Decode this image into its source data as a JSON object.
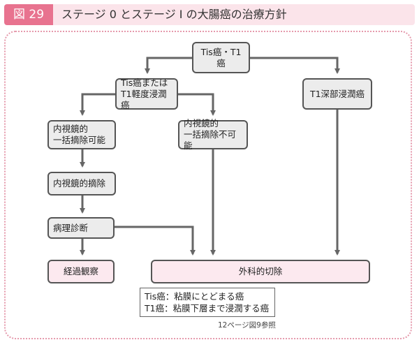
{
  "header": {
    "figure_number": "図 29",
    "title": "ステージ 0 とステージ I の大腸癌の治療方針"
  },
  "nodes": {
    "tis_t1": "Tis癌・T1癌",
    "tis_or_t1_light": [
      "Tis癌または",
      "T1軽度浸潤癌"
    ],
    "t1_deep": "T1深部浸潤癌",
    "endo_possible": [
      "内視鏡的",
      "一括摘除可能"
    ],
    "endo_impossible": [
      "内視鏡的",
      "一括摘除不可能"
    ],
    "endo_resection": "内視鏡的摘除",
    "pathology": "病理診断",
    "follow_up": "経過観察",
    "surgery": "外科的切除"
  },
  "note": [
    "Tis癌：粘膜にとどまる癌",
    "T1癌：粘膜下層まで浸潤する癌"
  ],
  "reference": "12ページ図9参照",
  "colors": {
    "accent": "#e8738f",
    "header_bg": "#fbe4ea",
    "node_gray": "#ececec",
    "node_pink": "#fce9ef",
    "line": "#666666"
  }
}
